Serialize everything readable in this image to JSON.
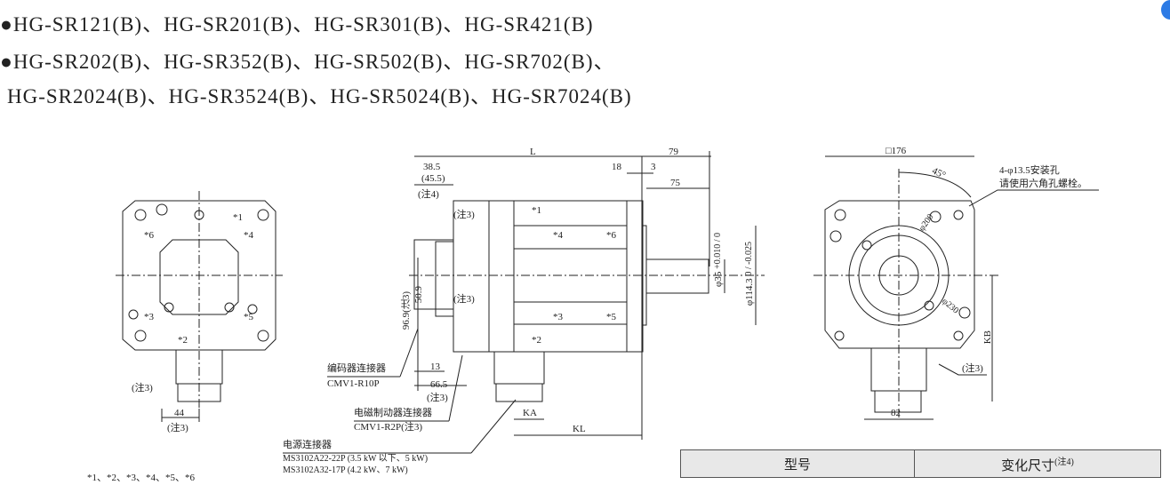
{
  "header": {
    "line1": "●HG-SR121(B)、HG-SR201(B)、HG-SR301(B)、HG-SR421(B)",
    "line2": "●HG-SR202(B)、HG-SR352(B)、HG-SR502(B)、HG-SR702(B)、",
    "line3": "HG-SR2024(B)、HG-SR3524(B)、HG-SR5024(B)、HG-SR7024(B)"
  },
  "left_view": {
    "m1": "*1",
    "m2": "*2",
    "m3": "*3",
    "m4": "*4",
    "m5": "*5",
    "m6": "*6",
    "note3": "(注3)",
    "dim44": "44",
    "dim44_note": "(注3)",
    "footnote": "*1、*2、*3、*4、*5、*6"
  },
  "side_view": {
    "L": "L",
    "d79": "79",
    "d385": "38.5",
    "d455": "(45.5)",
    "note4": "(注4)",
    "d18": "18",
    "d3": "3",
    "d75": "75",
    "note3a": "(注3)",
    "note3b": "(注3)",
    "m1": "*1",
    "m2": "*2",
    "m3": "*3",
    "m4": "*4",
    "m5": "*5",
    "m6": "*6",
    "shaft": "φ35",
    "shaft_tol": "+0.010 / 0",
    "spigot": "φ114.3",
    "spigot_tol": "0 / -0.025",
    "d509": "50.9",
    "d969": "96.9(注3)",
    "enc_label": "编码器连接器",
    "enc_part": "CMV1-R10P",
    "d13": "13",
    "d665": "66.5",
    "d665_note": "(注3)",
    "brake_label": "电磁制动器连接器",
    "brake_part": "CMV1-R2P(注3)",
    "KA": "KA",
    "KL": "KL",
    "power_label": "电源连接器",
    "power_part1": "MS3102A22-22P (3.5 kW 以下、5 kW)",
    "power_part2": "MS3102A32-17P (4.2 kW、7 kW)"
  },
  "front_view": {
    "sq": "□176",
    "angle": "45°",
    "holes1": "4-φ13.5安装孔",
    "holes2": "请使用六角孔螺栓。",
    "d200": "φ200",
    "d230": "φ230",
    "KB": "KB",
    "note3": "(注3)",
    "d82": "82"
  },
  "table": {
    "col1": "型号",
    "col2": "变化尺寸",
    "col2_note": "(注4)"
  }
}
